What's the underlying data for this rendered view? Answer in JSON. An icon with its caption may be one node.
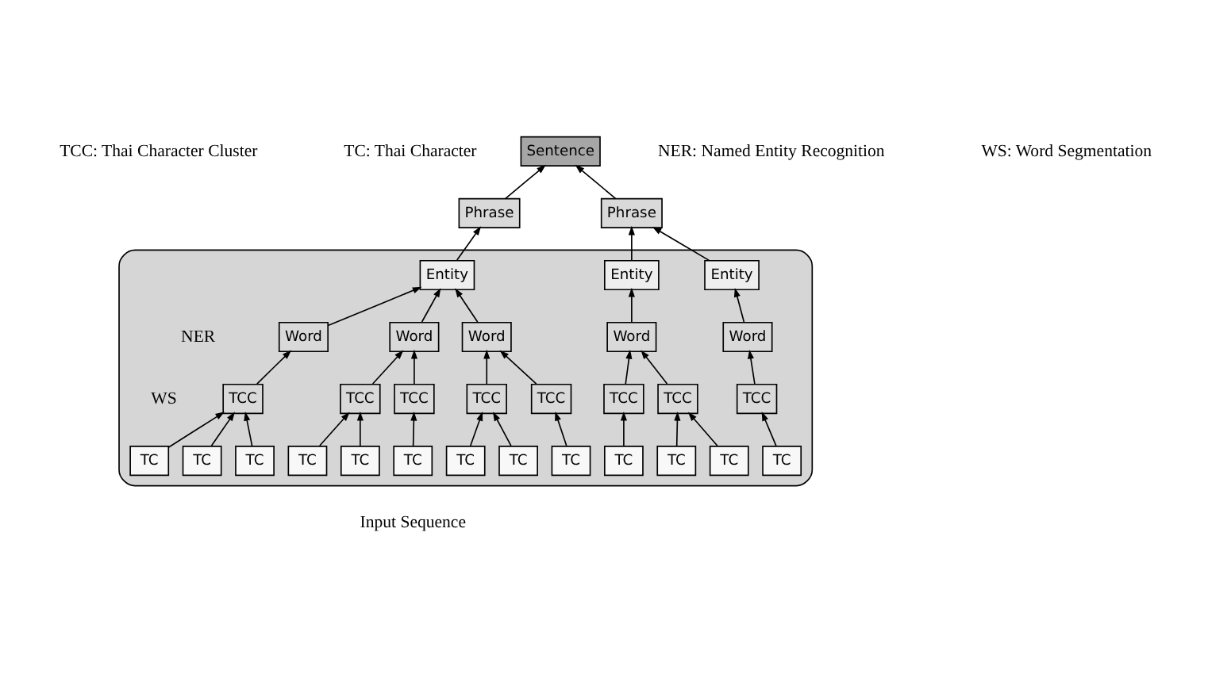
{
  "diagram": {
    "nodes": [
      {
        "text": [
          "Sentence"
        ]
      },
      {
        "text": [
          "Phrase"
        ]
      },
      {
        "text": [
          "Phrase"
        ]
      },
      {
        "text": [],
        "shape": "box"
      },
      {
        "text": [
          "Entity"
        ],
        "in": 3
      },
      {
        "text": [
          "Entity"
        ],
        "in": 3
      },
      {
        "text": [
          "Entity"
        ],
        "in": 3
      },
      {
        "text": [
          "Word"
        ],
        "in": 3
      },
      {
        "text": [
          "Word"
        ],
        "in": 3
      },
      {
        "text": [
          "Word"
        ],
        "in": 3
      },
      {
        "text": [
          "Word"
        ],
        "in": 3
      },
      {
        "text": [
          "Word"
        ],
        "in": 3
      },
      {
        "text": [
          "TCC"
        ],
        "in": 3
      },
      {
        "text": [
          "TCC"
        ],
        "in": 3
      },
      {
        "text": [
          "TCC"
        ],
        "in": 3
      },
      {
        "text": [
          "TCC"
        ],
        "in": 3
      },
      {
        "text": [
          "TCC"
        ],
        "in": 3
      },
      {
        "text": [
          "TCC"
        ],
        "in": 3
      },
      {
        "text": [
          "TCC"
        ],
        "in": 3
      },
      {
        "text": [
          "TCC"
        ],
        "in": 3
      },
      {
        "text": [
          "TC"
        ],
        "in": 3
      },
      {
        "text": [
          "TC"
        ],
        "in": 3
      },
      {
        "text": [
          "TC"
        ],
        "in": 3
      },
      {
        "text": [
          "TC"
        ],
        "in": 3
      },
      {
        "text": [
          "TC"
        ],
        "in": 3
      },
      {
        "text": [
          "TC"
        ],
        "in": 3
      },
      {
        "text": [
          "TC"
        ],
        "in": 3
      },
      {
        "text": [
          "TC"
        ],
        "in": 3
      },
      {
        "text": [
          "TC"
        ],
        "in": 3
      },
      {
        "text": [
          "TC"
        ],
        "in": 3
      },
      {
        "text": [
          "TC"
        ],
        "in": 3
      },
      {
        "text": [
          "TC"
        ],
        "in": 3
      },
      {
        "text": [
          "TC"
        ],
        "in": 3
      }
    ],
    "edges": [
      {
        "from": 1,
        "to": 0,
        "arrow": "to"
      },
      {
        "from": 2,
        "to": 0,
        "arrow": "to"
      },
      {
        "from": 4,
        "to": 1,
        "arrow": "to"
      },
      {
        "from": 5,
        "to": 2,
        "arrow": "to"
      },
      {
        "from": 6,
        "to": 2,
        "arrow": "to"
      },
      {
        "from": 7,
        "to": 4,
        "arrow": "to"
      },
      {
        "from": 8,
        "to": 4,
        "arrow": "to"
      },
      {
        "from": 9,
        "to": 4,
        "arrow": "to"
      },
      {
        "from": 10,
        "to": 5,
        "arrow": "to"
      },
      {
        "from": 11,
        "to": 6,
        "arrow": "to"
      },
      {
        "from": 12,
        "to": 7,
        "arrow": "to"
      },
      {
        "from": 13,
        "to": 7,
        "arrow": "to"
      },
      {
        "from": 14,
        "to": 8,
        "arrow": "to"
      },
      {
        "from": 15,
        "to": 9,
        "arrow": "to"
      },
      {
        "from": 16,
        "to": 9,
        "arrow": "to"
      },
      {
        "from": 17,
        "to": 10,
        "arrow": "to"
      },
      {
        "from": 18,
        "to": 10,
        "arrow": "to"
      },
      {
        "from": 19,
        "to": 11,
        "arrow": "to"
      },
      {
        "from": 20,
        "to": 12,
        "arrow": "to"
      },
      {
        "from": 21,
        "to": 13,
        "arrow": "to"
      },
      {
        "from": 22,
        "to": 13,
        "arrow": "to"
      },
      {
        "from": 23,
        "to": 14,
        "arrow": "to"
      },
      {
        "from": 24,
        "to": 14,
        "arrow": "to"
      },
      {
        "from": 25,
        "to": 14,
        "arrow": "to"
      },
      {
        "from": 26,
        "to": 15,
        "arrow": "to"
      },
      {
        "from": 27,
        "to": 16,
        "arrow": "to"
      },
      {
        "from": 28,
        "to": 16,
        "arrow": "to"
      },
      {
        "from": 29,
        "to": 17,
        "arrow": "to"
      },
      {
        "from": 30,
        "to": 17,
        "arrow": "to"
      },
      {
        "from": 31,
        "to": 18,
        "arrow": "to"
      },
      {
        "from": 32,
        "to": 19,
        "arrow": "to"
      }
    ],
    "labels": [
      "TCC: Thai Character Cluster",
      "NER: Named Entity Recognition",
      "TC: Thai Character",
      "WS: Word Segmentation",
      "NER",
      "WS",
      "Input Sequence"
    ]
  }
}
